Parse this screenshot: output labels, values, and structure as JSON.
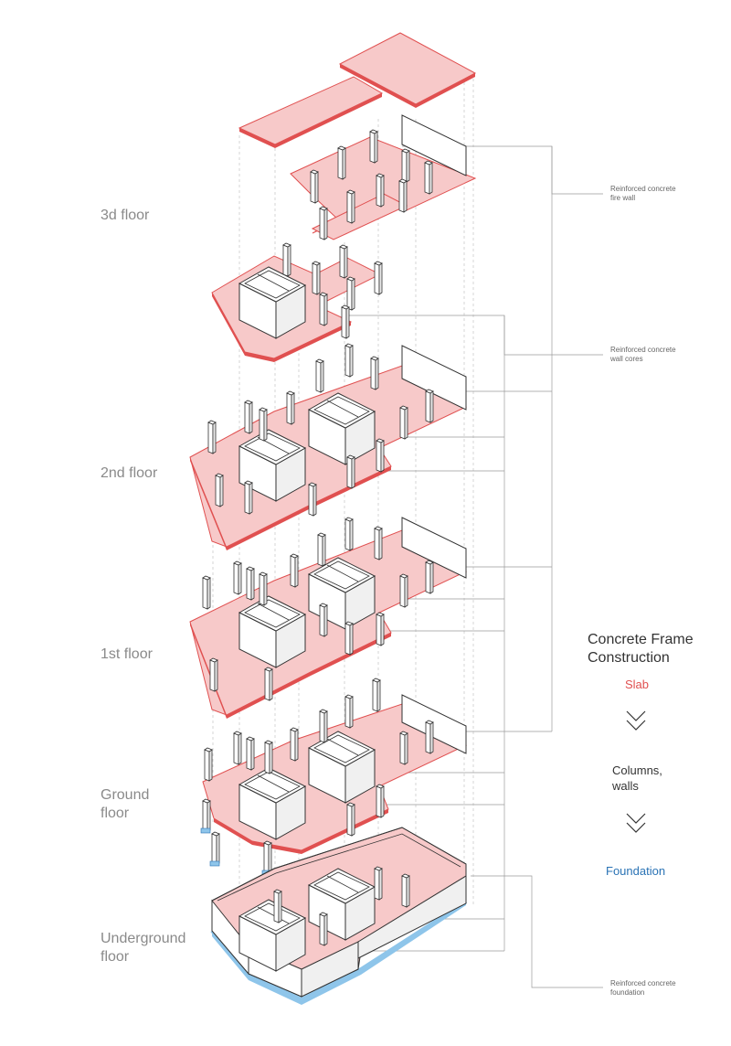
{
  "floors": {
    "third": "3d floor",
    "second": "2nd floor",
    "first": "1st floor",
    "ground_1": "Ground",
    "ground_2": "floor",
    "underground_1": "Underground",
    "underground_2": "floor"
  },
  "callouts": {
    "fire_wall_1": "Reinforced concrete",
    "fire_wall_2": "fire wall",
    "wall_cores_1": "Reinforced concrete",
    "wall_cores_2": "wall cores",
    "foundation_1": "Reinforced concrete",
    "foundation_2": "foundation"
  },
  "legend": {
    "title_1": "Concrete Frame",
    "title_2": "Construction",
    "slab": "Slab",
    "columns_1": "Columns,",
    "columns_2": "walls",
    "foundation": "Foundation"
  },
  "colors": {
    "slab_fill": "#f7c9c9",
    "slab_edge": "#e05050",
    "foundation": "#8ec5ea",
    "foundation_text": "#2a73b5",
    "line": "#333333",
    "guide": "#b0b0b0"
  }
}
